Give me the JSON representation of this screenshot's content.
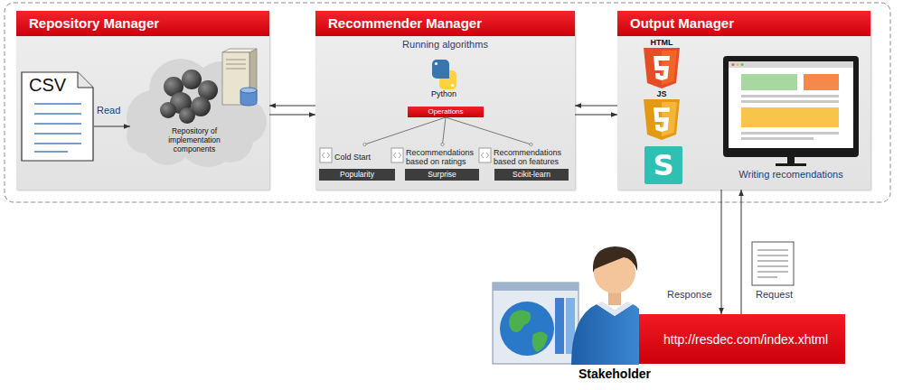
{
  "diagram": {
    "nodes": [
      {
        "text": [
          "Repository Manager"
        ]
      },
      {
        "text": [
          "CSV"
        ],
        "in": 0
      },
      {
        "text": [
          "Repository of implementation components"
        ],
        "in": 0
      },
      {
        "text": [
          "Recommender Manager",
          "Running algorithms"
        ]
      },
      {
        "text": [
          "Operations"
        ],
        "in": 3
      },
      {
        "text": [
          "Cold Start",
          "Popularity"
        ],
        "in": 3
      },
      {
        "text": [
          "Recommendations based on ratings",
          "Surprise"
        ],
        "in": 3
      },
      {
        "text": [
          "Recommendations based on features",
          "Scikit-learn"
        ],
        "in": 3
      },
      {
        "text": [
          "Output Manager",
          "Writing recomendations"
        ]
      },
      {
        "text": [
          "http://resdec.com/index.xhtml"
        ]
      }
    ],
    "edges": [
      {
        "from": 1,
        "to": 2,
        "label": "Read",
        "arrow": "to"
      },
      {
        "from": 3,
        "to": 0,
        "arrow": "to"
      },
      {
        "from": 0,
        "to": 3,
        "arrow": "to"
      },
      {
        "from": 4,
        "to": 5,
        "arrow": "none"
      },
      {
        "from": 4,
        "to": 6,
        "arrow": "none"
      },
      {
        "from": 4,
        "to": 7,
        "arrow": "none"
      },
      {
        "from": 8,
        "to": 3,
        "arrow": "to"
      },
      {
        "from": 3,
        "to": 8,
        "arrow": "to"
      },
      {
        "from": 8,
        "to": 9,
        "label": "Response",
        "arrow": "to"
      },
      {
        "from": 9,
        "to": 8,
        "label": "Request",
        "arrow": "to"
      }
    ],
    "labels": [
      "Python",
      "HTML",
      "JS",
      "S",
      "Stakeholder"
    ]
  }
}
